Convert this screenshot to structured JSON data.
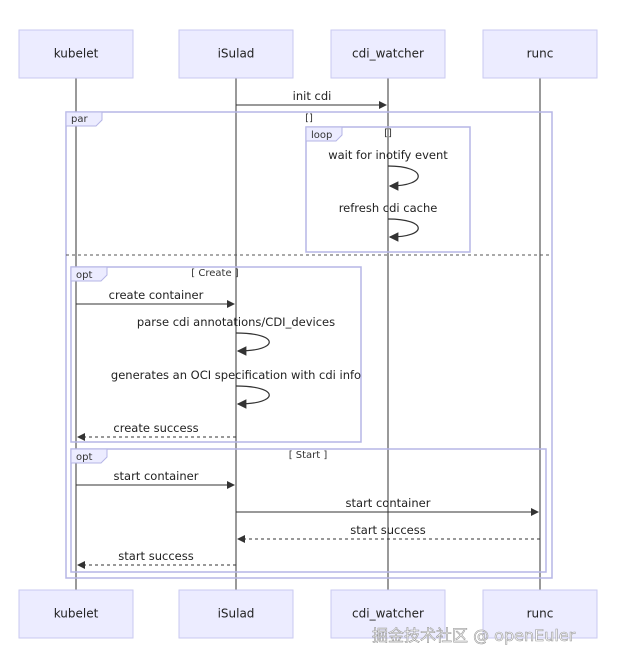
{
  "participants": [
    "kubelet",
    "iSulad",
    "cdi_watcher",
    "runc"
  ],
  "frames": {
    "par": {
      "label": "par",
      "condition": "[]"
    },
    "loop": {
      "label": "loop",
      "condition": "[]"
    },
    "opt_create": {
      "label": "opt",
      "condition": "[ Create ]"
    },
    "opt_start": {
      "label": "opt",
      "condition": "[ Start ]"
    }
  },
  "messages": {
    "init_cdi": "init cdi",
    "wait_inotify": "wait for inotify event",
    "refresh_cache": "refresh cdi cache",
    "create_container": "create container",
    "parse_annotations": "parse cdi annotations/CDI_devices",
    "generate_oci": "generates an OCI specification with cdi info",
    "create_success": "create success",
    "start_container_1": "start container",
    "start_container_2": "start container",
    "start_success_1": "start success",
    "start_success_2": "start success"
  },
  "watermark": "掘金技术社区 @ openEuler"
}
